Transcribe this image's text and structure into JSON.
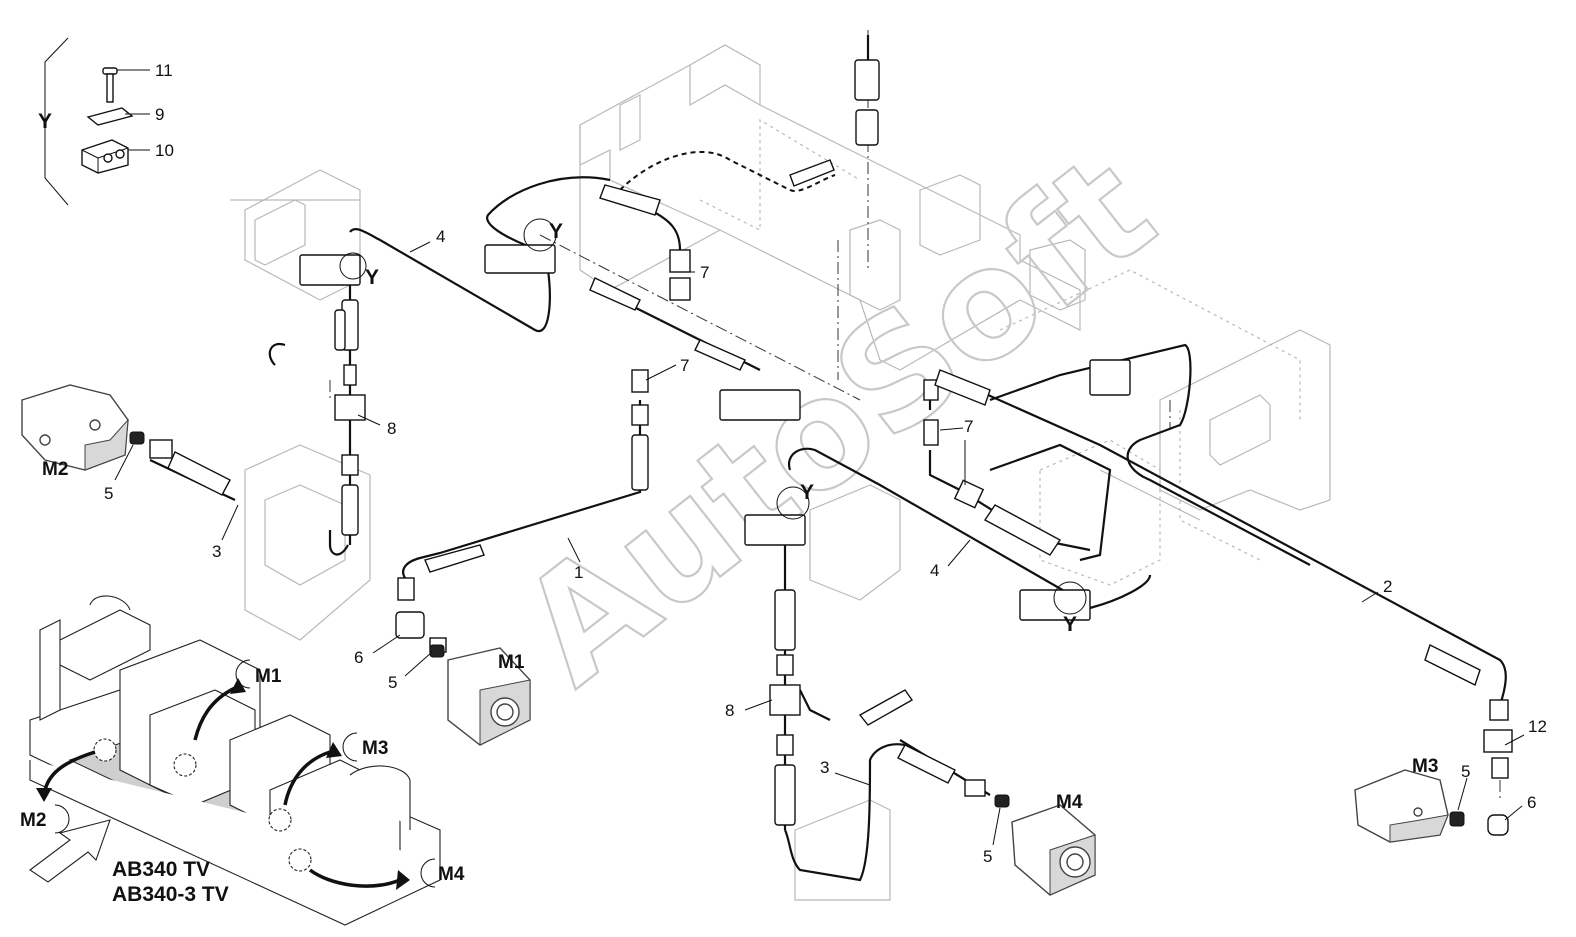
{
  "callouts": {
    "n1": "1",
    "n2": "2",
    "n3a": "3",
    "n3b": "3",
    "n4a": "4",
    "n4b": "4",
    "n5a": "5",
    "n5b": "5",
    "n5c": "5",
    "n5d": "5",
    "n6a": "6",
    "n6b": "6",
    "n7a": "7",
    "n7b": "7",
    "n7c": "7",
    "n8a": "8",
    "n8b": "8",
    "n9": "9",
    "n10": "10",
    "n11": "11",
    "n12": "12"
  },
  "detail_labels": {
    "inset": "Y",
    "y1": "Y",
    "y2": "Y",
    "y3": "Y",
    "y4": "Y"
  },
  "motor_labels": {
    "m1_motor": "M1",
    "m2_motor": "M2",
    "m3_motor": "M3",
    "m4_motor": "M4",
    "m1_machine": "M1",
    "m2_machine": "M2",
    "m3_machine": "M3",
    "m4_machine": "M4"
  },
  "models": {
    "line1": "AB340 TV",
    "line2": "AB340-3 TV"
  },
  "watermark": "AutoSoft",
  "colors": {
    "line": "#111111",
    "frame": "#b8b8b8",
    "watermark": "#c8c8c8"
  }
}
